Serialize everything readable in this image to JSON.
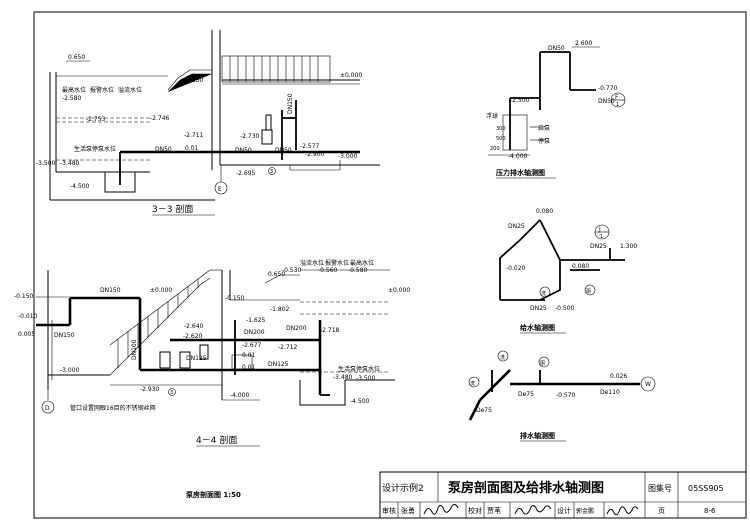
{
  "titles": {
    "section33": "3－3 剖面",
    "section44": "4－4 剖面",
    "pressure": "压力排水轴测图",
    "supply": "给水轴测图",
    "drain": "排水轴测图",
    "pumproom": "泵房剖面图  1:50"
  },
  "elevations": {
    "e1": "0.650",
    "e2": "-0.150",
    "e3": "±0.000",
    "e4": "-2.580",
    "e5": "-2.753",
    "e6": "-2.746",
    "e7": "-2.711",
    "e8": "-2.730",
    "e9": "-2.577",
    "e10": "-2.900",
    "e11": "-3.000",
    "e12": "-3.500",
    "e13": "-3.480",
    "e14": "-4.500",
    "e15": "-2.695",
    "e16": "0.01",
    "e17": "2.600",
    "e18": "-0.770",
    "e19": "-2.500",
    "e20": "-4.000",
    "e21": "0.080",
    "e22": "1.300",
    "e23": "-0.020",
    "e24": "-0.500",
    "e25": "-0.560",
    "e26": "-0.580",
    "e27": "-0.530",
    "e28": "-0.010",
    "e29": "0.005",
    "e30": "-1.802",
    "e31": "-1.625",
    "e32": "-2.640",
    "e33": "-2.677",
    "e34": "-2.712",
    "e35": "-2.718",
    "e36": "-2.930",
    "e37": "-3.000",
    "e38": "-4.000",
    "e39": "-4.500",
    "e40": "0.026",
    "e41": "-0.570",
    "e42": "-2.620"
  },
  "levels": {
    "overflow": "溢流水位",
    "alarm": "报警水位",
    "max": "最高水位",
    "pumpstop": "生活泵停泵水位",
    "start": "启泵",
    "stop": "停泵",
    "float": "浮球"
  },
  "pipes": {
    "dn50": "DN50",
    "dn150": "DN150",
    "dn200": "DN200",
    "dn125": "DN125",
    "dn100": "DN100",
    "dn25": "DN25",
    "de75": "De75",
    "de110": "De110",
    "dn25b": "DN25"
  },
  "dims": {
    "d1": "200",
    "d2": "500",
    "d3": "300"
  },
  "markers": {
    "F": "F",
    "one": "1",
    "J": "J",
    "W": "W",
    "D": "D",
    "E": "E",
    "three": "3"
  },
  "fixtures": {
    "wash": "洗",
    "toilet": "厕"
  },
  "notes": {
    "n1": "管口设置网眼16目的不锈钢丝网"
  },
  "titleblock": {
    "example": "设计示例2",
    "main_title": "泵房剖面图及给排水轴测图",
    "atlas_label": "图集号",
    "atlas_no": "05SS905",
    "review": "审核",
    "reviewer": "张勇",
    "check": "校对",
    "checker": "贾苇",
    "design": "设计",
    "designer": "郭金鹏",
    "page_label": "页",
    "page_no": "8-6"
  }
}
